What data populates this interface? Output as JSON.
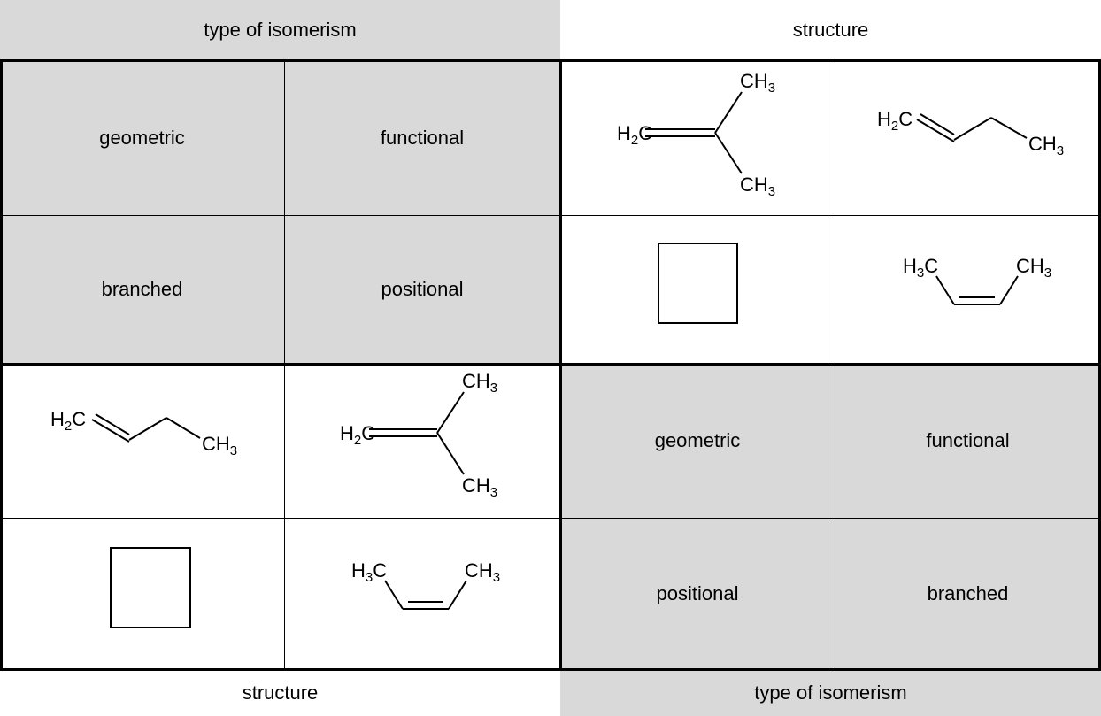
{
  "top_header": {
    "left": "type of isomerism",
    "right": "structure"
  },
  "bottom_header": {
    "left": "structure",
    "right": "type of isomerism"
  },
  "top_left_types": [
    "geometric",
    "functional",
    "branched",
    "positional"
  ],
  "bottom_right_types": [
    "geometric",
    "functional",
    "positional",
    "branched"
  ],
  "structures": {
    "isobutene": "H2C=C(CH3)2",
    "but1ene": "H2C=CH-CH2-CH3",
    "cyclobutane": "cyclobutane",
    "cis_but2ene": "H3C-CH=CH-CH3"
  },
  "colors": {
    "shaded": "#d9d9d9",
    "line": "#000000"
  }
}
